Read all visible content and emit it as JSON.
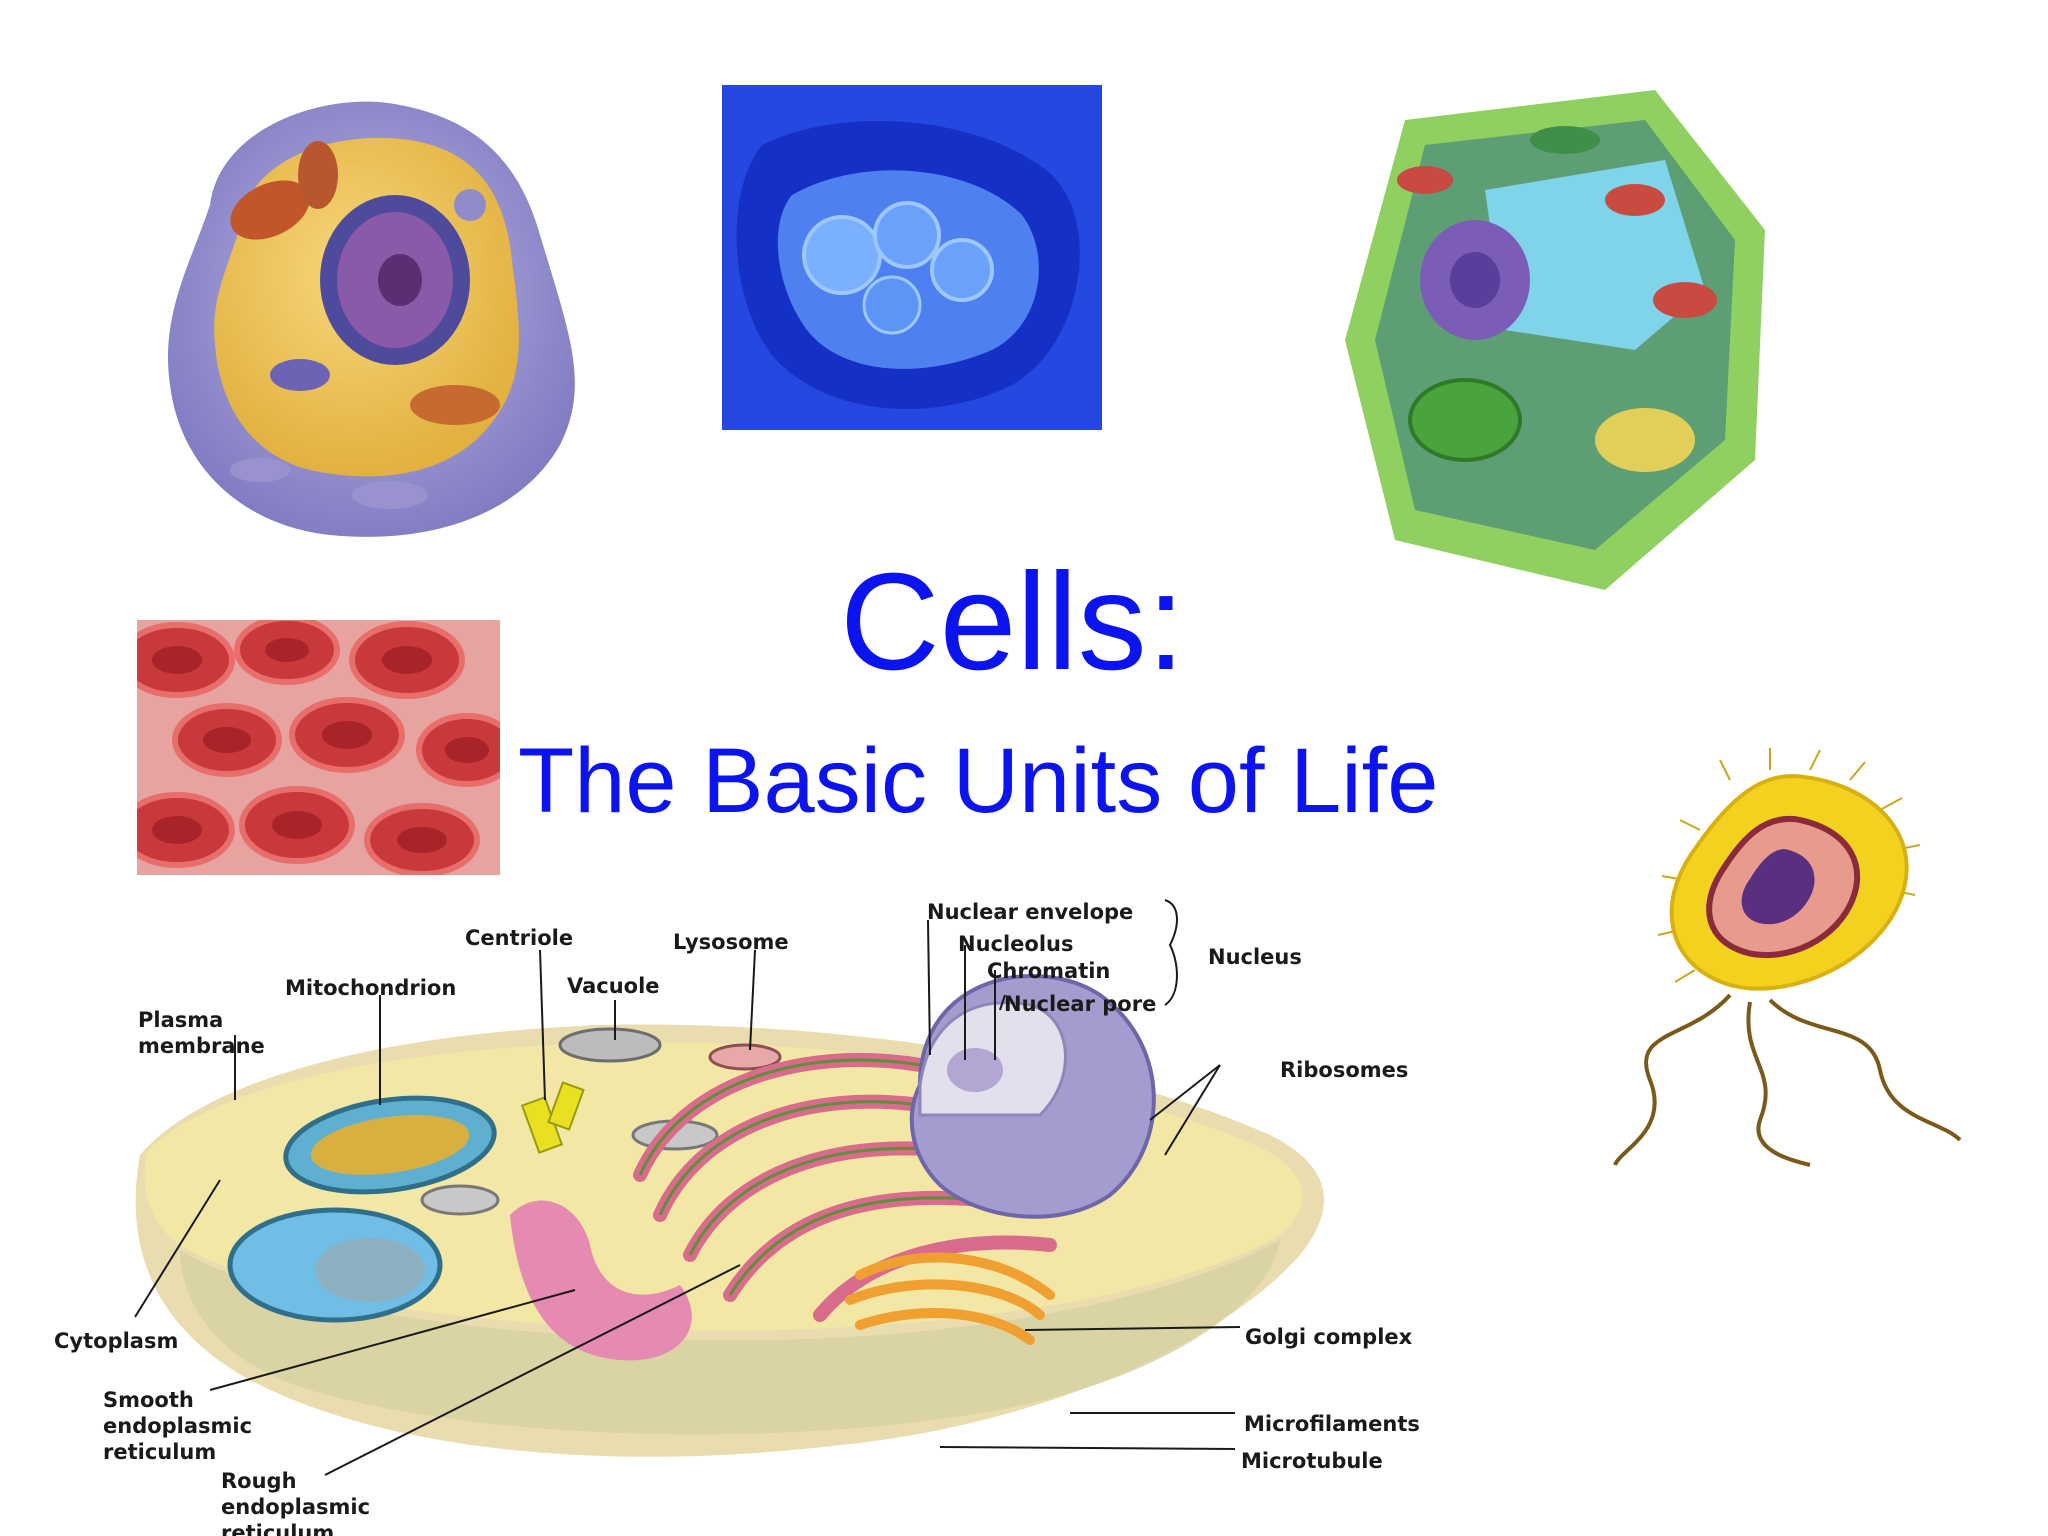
{
  "slide": {
    "title": "Cells:",
    "subtitle": "The Basic Units of Life"
  },
  "diagram": {
    "labels": {
      "plasma_membrane": "Plasma\nmembrane",
      "mitochondrion": "Mitochondrion",
      "centriole": "Centriole",
      "vacuole": "Vacuole",
      "lysosome": "Lysosome",
      "nuclear_envelope": "Nuclear envelope",
      "nucleolus": "Nucleolus",
      "chromatin": "Chromatin",
      "nuclear_pore": "Nuclear pore",
      "nucleus": "Nucleus",
      "ribosomes": "Ribosomes",
      "cytoplasm": "Cytoplasm",
      "golgi_complex": "Golgi complex",
      "smooth_er": "Smooth\nendoplasmic\nreticulum",
      "rough_er": "Rough\nendoplasmic\nreticulum",
      "microfilaments": "Microfilaments",
      "microtubule": "Microtubule"
    }
  },
  "colors": {
    "title": "#0b14ee",
    "label": "#1a1a1a"
  }
}
